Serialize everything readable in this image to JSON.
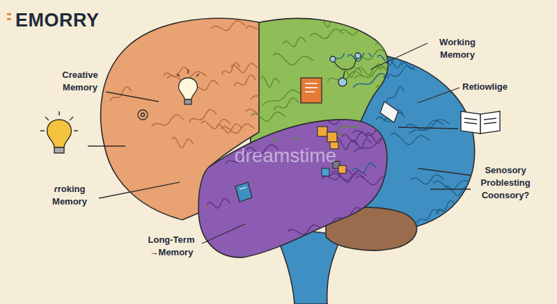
{
  "diagram": {
    "title": "EMORRY",
    "labels": [
      "Creative Memory",
      "Working Memory",
      "Retiowlige",
      "Senosory Problesting Coonsory?",
      "ɾroking Memory",
      "Long-Term →Memory",
      "dreamstime"
    ]
  }
}
